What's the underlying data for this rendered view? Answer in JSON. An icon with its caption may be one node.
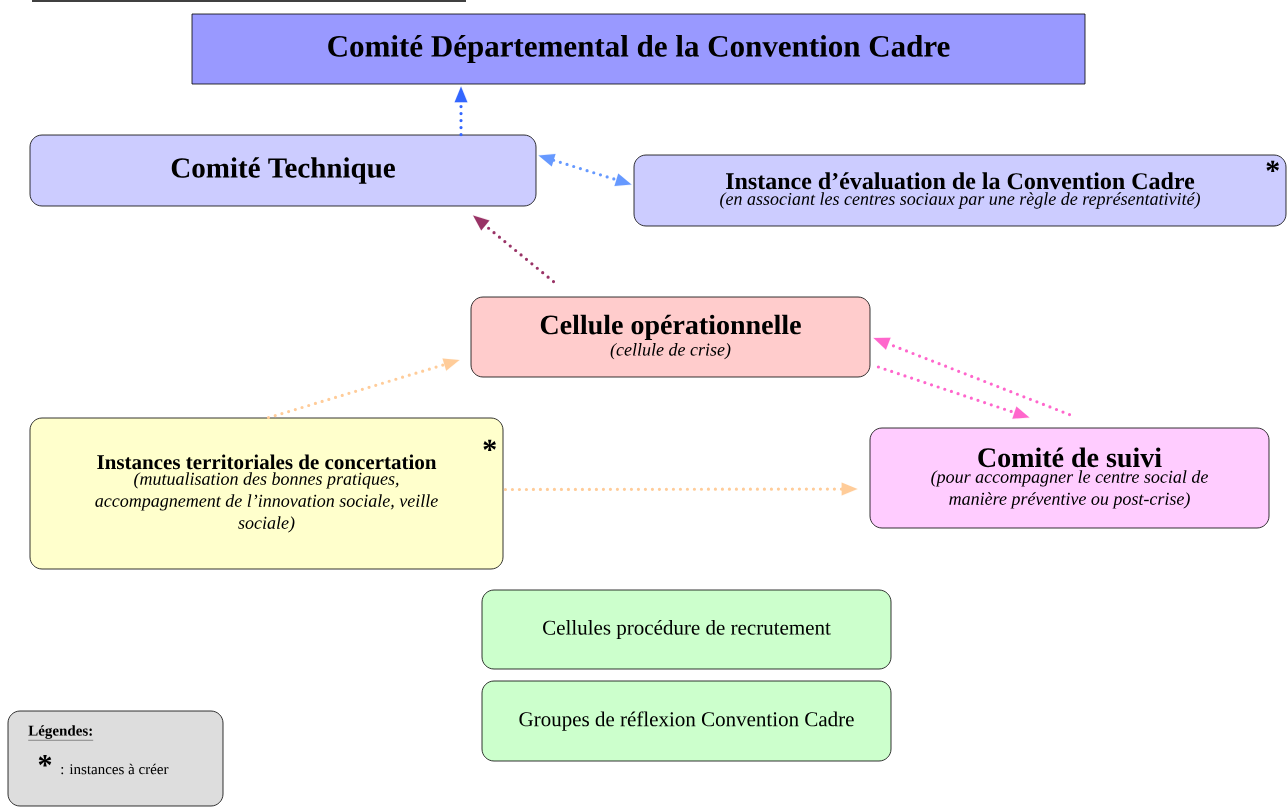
{
  "diagram": {
    "nodes": [
      {
        "text": [
          "Comité Départemental de la Convention Cadre"
        ]
      },
      {
        "text": [
          "Comité Technique"
        ]
      },
      {
        "text": [
          "Instance d’évaluation de la Convention Cadre",
          "*",
          "(en associant les centres sociaux par une règle de représentativité)"
        ]
      },
      {
        "text": [
          "Cellule opérationnelle",
          "(cellule de crise)"
        ]
      },
      {
        "text": [
          "Instances territoriales de concertation",
          "*",
          "(mutualisation des bonnes pratiques, accompagnement de l’innovation sociale, veille sociale)"
        ]
      },
      {
        "text": [
          "Comité de suivi",
          "(pour accompagner le centre social de manière préventive ou post-crise)"
        ]
      },
      {
        "text": [
          "Cellules procédure de recrutement"
        ]
      },
      {
        "text": [
          "Groupes de réflexion Convention Cadre"
        ]
      }
    ],
    "edges": [
      {
        "from": 1,
        "to": 0,
        "arrow": "to",
        "color": "#3366ff"
      },
      {
        "from": 1,
        "to": 2,
        "arrow": "both",
        "color": "#6699ff"
      },
      {
        "from": 3,
        "to": 1,
        "arrow": "to",
        "color": "#993366"
      },
      {
        "from": 4,
        "to": 3,
        "arrow": "to",
        "color": "#ffcc99"
      },
      {
        "from": 5,
        "to": 3,
        "arrow": "to",
        "color": "#ff66cc"
      },
      {
        "from": 3,
        "to": 5,
        "arrow": "to",
        "color": "#ff66cc"
      },
      {
        "from": 4,
        "to": 5,
        "arrow": "to",
        "color": "#ffcc99"
      }
    ],
    "labels": [
      "Légendes:",
      "*"
    ],
    "legend": [
      {
        "text": ": instances à créer"
      }
    ]
  }
}
